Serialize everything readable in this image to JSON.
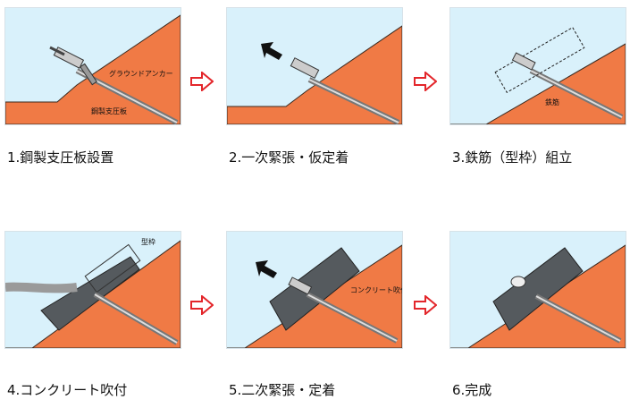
{
  "colors": {
    "sky": "#d9f1fb",
    "ground": "#f07a45",
    "ground_line": "#3a2a20",
    "concrete": "#555a5e",
    "arrow_outline": "#e3262b",
    "tendon": "#888888"
  },
  "steps": [
    {
      "caption": "1.鋼製支圧板設置",
      "labels": [
        "グラウンドアンカー",
        "鋼製支圧板"
      ]
    },
    {
      "caption": "2.一次緊張・仮定着",
      "labels": []
    },
    {
      "caption": "3.鉄筋（型枠）組立",
      "labels": [
        "鉄筋"
      ]
    },
    {
      "caption": "4.コンクリート吹付",
      "labels": [
        "型枠"
      ]
    },
    {
      "caption": "5.二次緊張・定着",
      "labels": [
        "コンクリート吹付"
      ]
    },
    {
      "caption": "6.完成",
      "labels": []
    }
  ],
  "icons": {
    "flow_arrow": "hollow-right-arrow-icon",
    "tension_arrow": "pull-arrow-icon"
  }
}
